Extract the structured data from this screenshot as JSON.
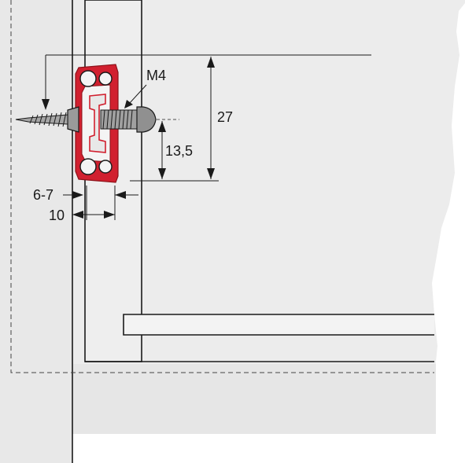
{
  "dimensions": {
    "thread": "M4",
    "total_height": "27",
    "half_height": "13,5",
    "screw_offset": "6-7",
    "rail_width": "10"
  },
  "colors": {
    "panel_fill": "#ececec",
    "panel_fill_light": "#f3f3f3",
    "line": "#1a1a1a",
    "rail_red": "#d1202f",
    "rail_dark": "#8c1219",
    "screw_metal": "#8a8a8a"
  }
}
